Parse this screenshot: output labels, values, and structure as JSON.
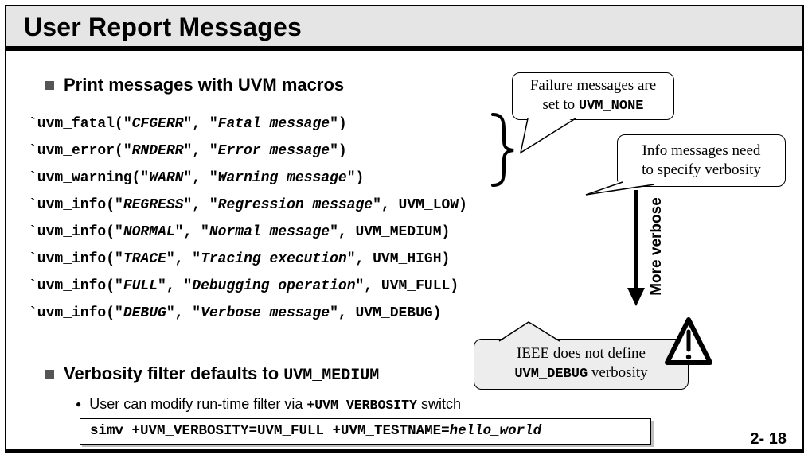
{
  "title": "User Report Messages",
  "page_number": "2- 18",
  "colors": {
    "title_bar_bg": "#e5e5e5",
    "note_callout_bg": "#ededed",
    "text": "#000000",
    "slide_bg": "#ffffff"
  },
  "bullet1": {
    "label": "Print messages with UVM macros"
  },
  "code_lines": [
    [
      {
        "t": "`uvm_fatal(\""
      },
      {
        "t": "CFGERR",
        "i": true
      },
      {
        "t": "\", \""
      },
      {
        "t": "Fatal message",
        "i": true
      },
      {
        "t": "\")"
      }
    ],
    [
      {
        "t": "`uvm_error(\""
      },
      {
        "t": "RNDERR",
        "i": true
      },
      {
        "t": "\", \""
      },
      {
        "t": "Error message",
        "i": true
      },
      {
        "t": "\")"
      }
    ],
    [
      {
        "t": "`uvm_warning(\""
      },
      {
        "t": "WARN",
        "i": true
      },
      {
        "t": "\", \""
      },
      {
        "t": "Warning message",
        "i": true
      },
      {
        "t": "\")"
      }
    ],
    [
      {
        "t": "`uvm_info(\""
      },
      {
        "t": "REGRESS",
        "i": true
      },
      {
        "t": "\", \""
      },
      {
        "t": "Regression message",
        "i": true
      },
      {
        "t": "\", UVM_LOW)"
      }
    ],
    [
      {
        "t": "`uvm_info(\""
      },
      {
        "t": "NORMAL",
        "i": true
      },
      {
        "t": "\", \""
      },
      {
        "t": "Normal message",
        "i": true
      },
      {
        "t": "\", UVM_MEDIUM)"
      }
    ],
    [
      {
        "t": "`uvm_info(\""
      },
      {
        "t": "TRACE",
        "i": true
      },
      {
        "t": "\", \""
      },
      {
        "t": "Tracing execution",
        "i": true
      },
      {
        "t": "\", UVM_HIGH)"
      }
    ],
    [
      {
        "t": "`uvm_info(\""
      },
      {
        "t": "FULL",
        "i": true
      },
      {
        "t": "\", \""
      },
      {
        "t": "Debugging operation",
        "i": true
      },
      {
        "t": "\", UVM_FULL)"
      }
    ],
    [
      {
        "t": "`uvm_info(\""
      },
      {
        "t": "DEBUG",
        "i": true
      },
      {
        "t": "\", \""
      },
      {
        "t": "Verbose message",
        "i": true
      },
      {
        "t": "\", UVM_DEBUG)"
      }
    ]
  ],
  "callout_failure": {
    "line1": "Failure messages are",
    "line2_pre": "set to ",
    "line2_code": "UVM_NONE"
  },
  "callout_info": {
    "line1": "Info messages need",
    "line2": "to specify verbosity"
  },
  "arrow_label": "More verbose",
  "callout_ieee": {
    "line1": "IEEE does not define",
    "line2_code": "UVM_DEBUG",
    "line2_post": " verbosity"
  },
  "bullet2": {
    "label": "Verbosity filter defaults to ",
    "code": "UVM_MEDIUM"
  },
  "subbullet": {
    "bullet": "●",
    "pre": "User can modify run-time filter via ",
    "code": "+UVM_VERBOSITY",
    "post": " switch"
  },
  "command_box": [
    {
      "t": "simv +UVM_VERBOSITY=UVM_FULL +UVM_TESTNAME="
    },
    {
      "t": "hello_world",
      "i": true
    }
  ]
}
